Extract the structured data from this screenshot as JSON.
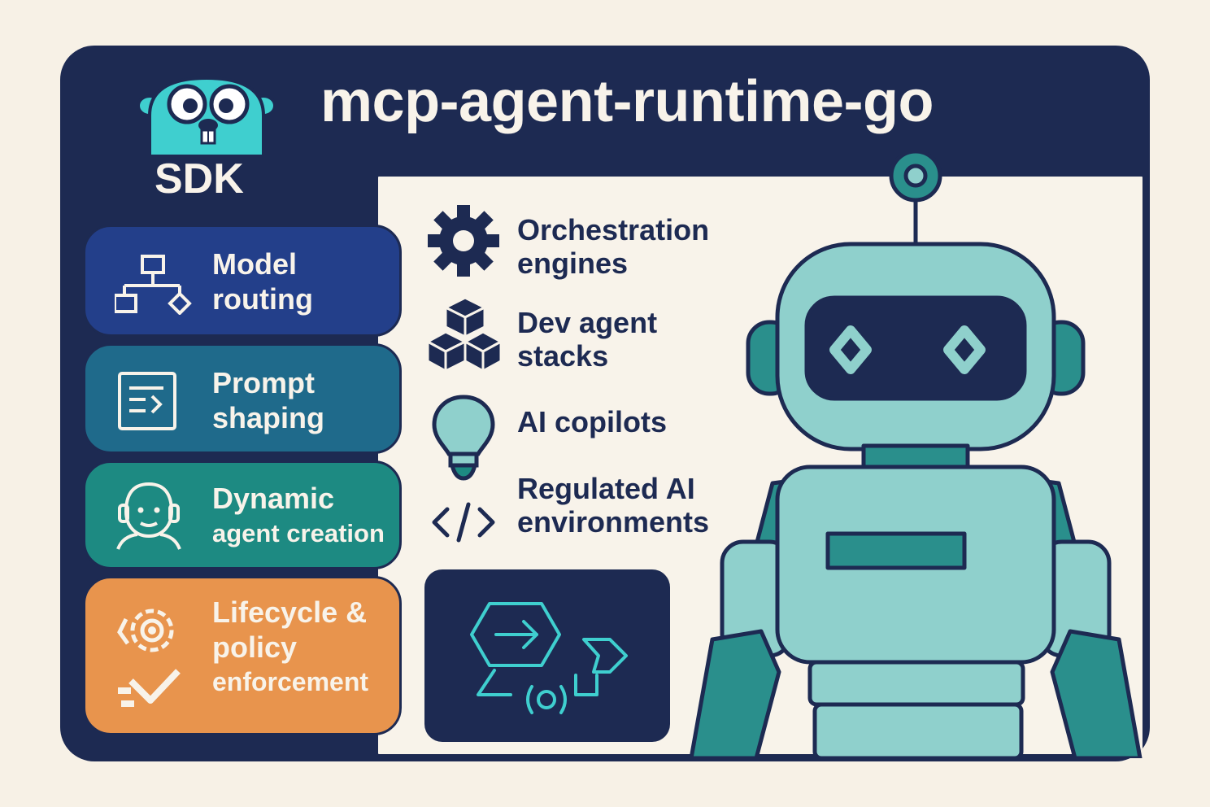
{
  "title": "mcp-agent-runtime-go",
  "sdk_label": "SDK",
  "features": [
    {
      "line1": "Model",
      "line2": "routing",
      "icon": "hierarchy-diagram-icon"
    },
    {
      "line1": "Prompt",
      "line2": "shaping",
      "icon": "prompt-document-icon"
    },
    {
      "line1": "Dynamic",
      "line2": "agent creation",
      "icon": "agent-face-icon"
    },
    {
      "line1": "Lifecycle &",
      "line2": "policy",
      "line3": "enforcement",
      "icon": "lifecycle-gear-check-icon"
    }
  ],
  "use_cases": [
    {
      "line1": "Orchestration",
      "line2": "engines",
      "icon": "gear-icon"
    },
    {
      "line1": "Dev agent",
      "line2": "stacks",
      "icon": "cubes-stack-icon"
    },
    {
      "line1": "AI copilots",
      "icon": "lightbulb-icon"
    },
    {
      "line1": "Regulated AI",
      "line2": "environments",
      "icon": "code-brackets-icon"
    }
  ],
  "colors": {
    "navy": "#1d2a52",
    "cream": "#f8f3ea",
    "model_routing": "#233f8a",
    "prompt_shaping": "#1f6a8b",
    "agent_creation": "#1d8a82",
    "lifecycle": "#e8944d",
    "robot_teal": "#8fd0cc",
    "gopher_cyan": "#3fcfcf"
  }
}
